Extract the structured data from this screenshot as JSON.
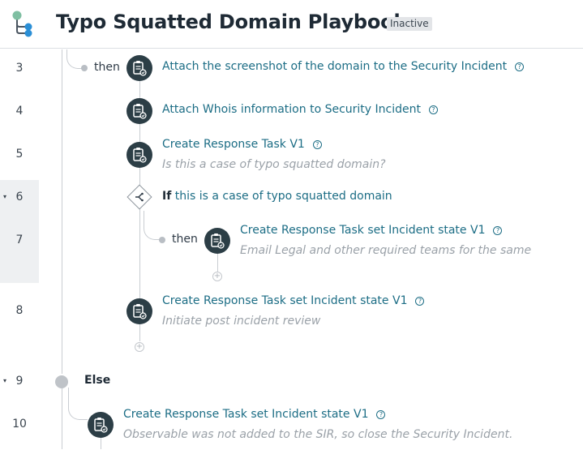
{
  "header": {
    "title": "Typo Squatted Domain Playbook",
    "status": "Inactive",
    "logo_icon": "flow-tree-icon"
  },
  "colors": {
    "link": "#1c6d85",
    "node": "#2c3e46",
    "muted": "#9aa1a8",
    "badge_bg": "#e3e5e8"
  },
  "labels": {
    "then": "then",
    "if": "If",
    "else": "Else",
    "help": "?",
    "add": "+"
  },
  "rows": [
    {
      "number": "3",
      "collapsible": false
    },
    {
      "number": "4",
      "collapsible": false
    },
    {
      "number": "5",
      "collapsible": false
    },
    {
      "number": "6",
      "collapsible": true,
      "caret": "▾"
    },
    {
      "number": "7",
      "collapsible": false
    },
    {
      "number": "8",
      "collapsible": false
    },
    {
      "number": "9",
      "collapsible": true,
      "caret": "▾"
    },
    {
      "number": "10",
      "collapsible": false
    }
  ],
  "steps": {
    "s3": {
      "title": "Attach the screenshot of the domain to the Security Incident",
      "icon": "script-action-icon"
    },
    "s4": {
      "title": "Attach Whois information to Security Incident",
      "icon": "script-action-icon"
    },
    "s5": {
      "title": "Create Response Task V1",
      "description": "Is this a case of typo squatted domain?",
      "icon": "script-action-icon"
    },
    "s6": {
      "condition": "this is a case of typo squatted domain",
      "icon": "branch-icon"
    },
    "s7": {
      "title": "Create Response Task set Incident state V1",
      "description": "Email Legal and other required teams for the same",
      "icon": "script-action-icon"
    },
    "s8": {
      "title": "Create Response Task set Incident state V1",
      "description": "Initiate post incident review",
      "icon": "script-action-icon"
    },
    "s10": {
      "title": "Create Response Task set Incident state V1",
      "description": "Observable was not added to the SIR, so close the Security Incident.",
      "icon": "script-action-icon"
    }
  }
}
